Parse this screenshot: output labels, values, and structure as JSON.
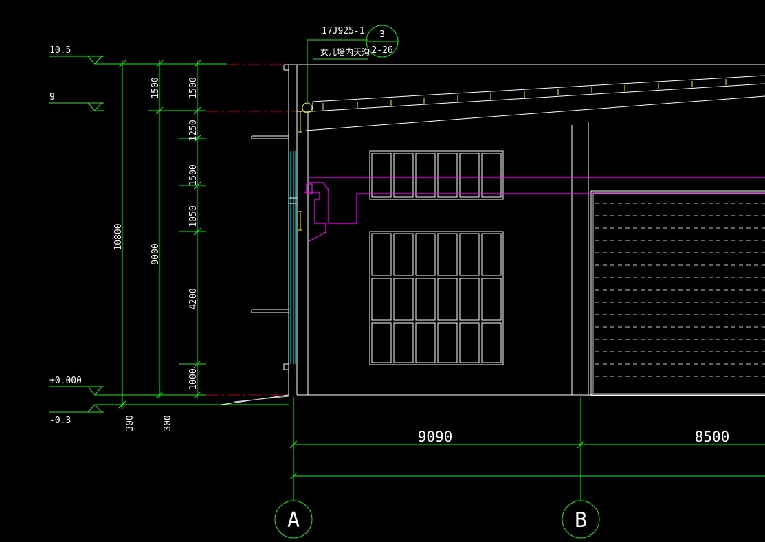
{
  "levels": [
    {
      "id": "roof-top",
      "label": "10.5"
    },
    {
      "id": "parapet",
      "label": "9"
    },
    {
      "id": "ground",
      "label": "±0.000"
    },
    {
      "id": "outdoor",
      "label": "-0.3"
    }
  ],
  "vertical_dims": {
    "overall": "10800",
    "main": "9000",
    "segments": [
      "1500",
      "1250",
      "1500",
      "1050",
      "4200",
      "1000"
    ],
    "top_segment": "1500",
    "bottom_offsets": [
      "300",
      "300"
    ]
  },
  "horizontal_dims": [
    "9090",
    "8500"
  ],
  "grid_axes": [
    "A",
    "B"
  ],
  "detail_callout": {
    "atlas": "17J925-1",
    "number": "3",
    "page": "2-26",
    "description": "女儿墙内天沟"
  },
  "colors": {
    "background": "#000000",
    "dimension": "#00ff00",
    "outline": "#ffffff",
    "glazing": "#00ffff",
    "pipe": "#ff00ff",
    "level_line": "#cc0000",
    "purlin": "#ffff00"
  }
}
